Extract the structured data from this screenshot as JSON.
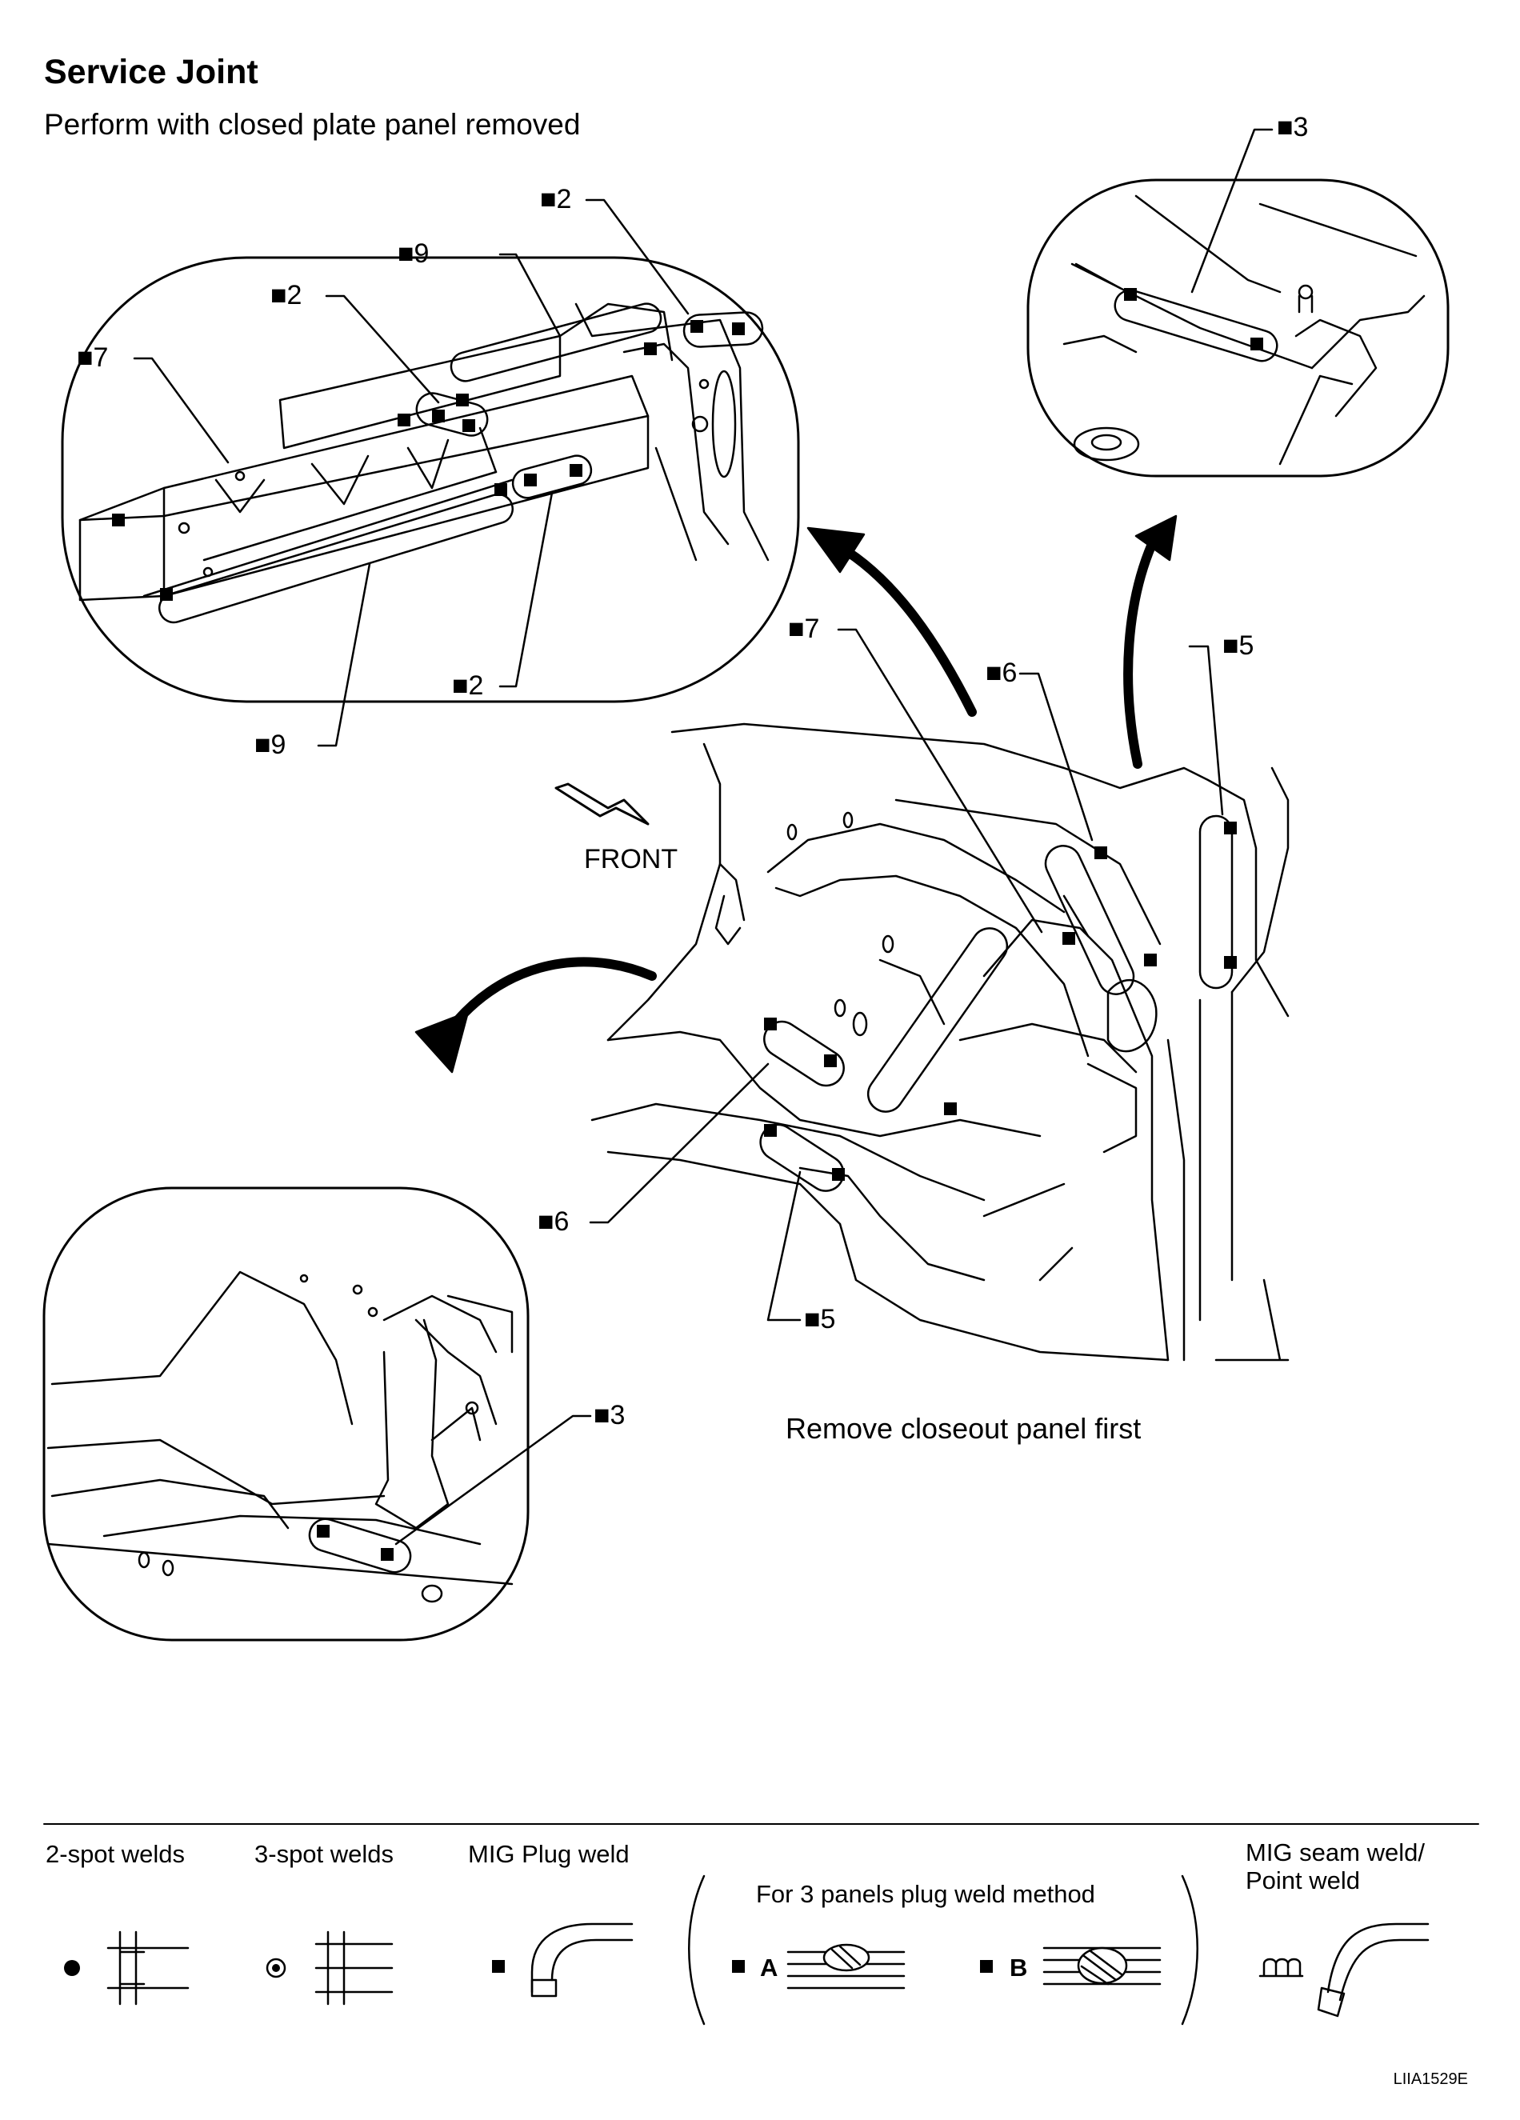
{
  "header": {
    "title": "Service Joint",
    "subtitle": "Perform with closed plate panel removed"
  },
  "callouts": {
    "c2a": "2",
    "c9a": "9",
    "c2b": "2",
    "c7a": "7",
    "c2c": "2",
    "c9b": "9",
    "c3a": "3",
    "c7b": "7",
    "c6a": "6",
    "c5a": "5",
    "c6b": "6",
    "c5b": "5",
    "c3b": "3"
  },
  "front_label": "FRONT",
  "caption": "Remove closeout panel first",
  "legend": {
    "two_spot": "2-spot welds",
    "three_spot": "3-spot welds",
    "mig_plug": "MIG Plug weld",
    "three_panels": "For 3 panels plug weld method",
    "method_a": "A",
    "method_b": "B",
    "mig_seam_line1": "MIG seam weld/",
    "mig_seam_line2": "Point weld"
  },
  "figure_code": "LIIA1529E"
}
